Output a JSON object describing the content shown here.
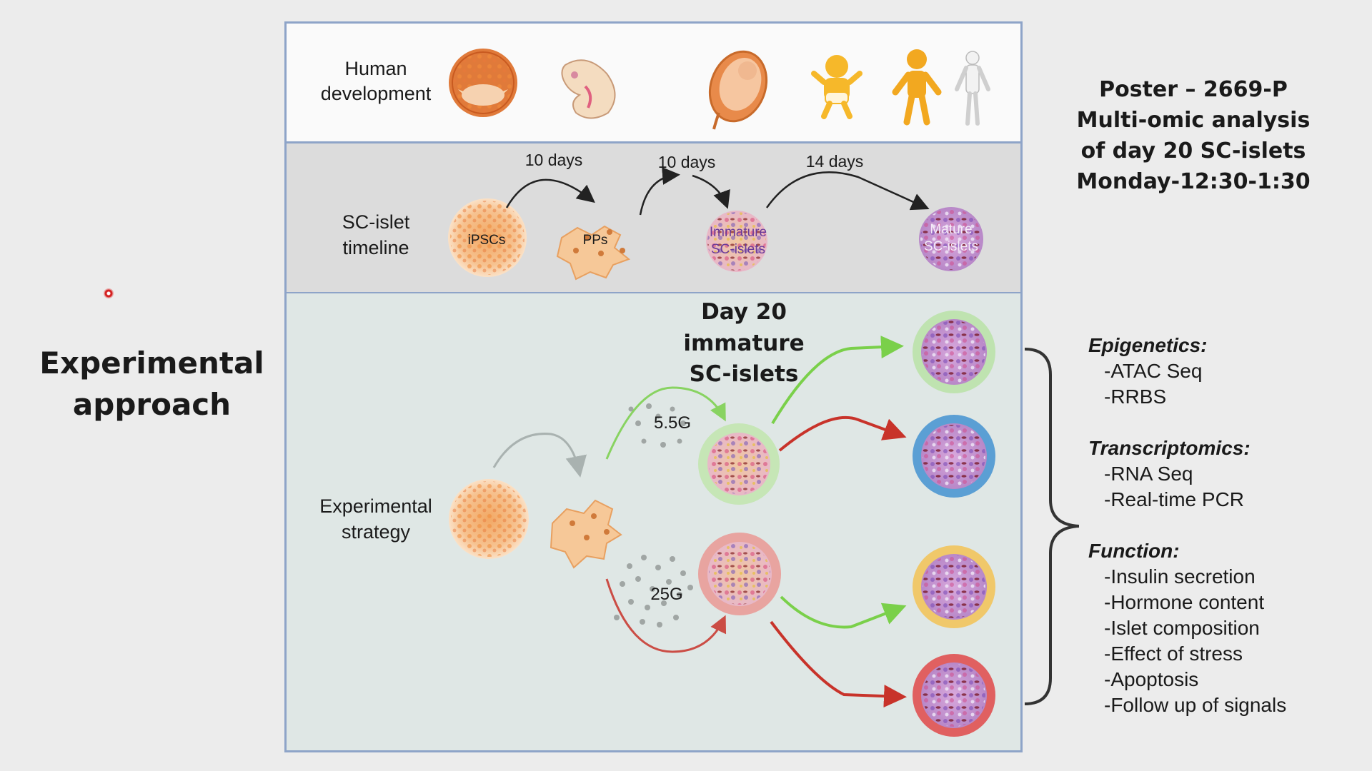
{
  "slide": {
    "title": "Experimental approach",
    "title_lines": [
      "Experimental",
      "approach"
    ]
  },
  "poster": {
    "lines": [
      "Poster – 2669-P",
      "Multi-omic analysis",
      "of day 20 SC-islets",
      "Monday-12:30-1:30"
    ]
  },
  "rows": {
    "human_development": [
      "Human",
      "development"
    ],
    "sc_islet_timeline": [
      "SC-islet",
      "timeline"
    ],
    "experimental_strategy": [
      "Experimental",
      "strategy"
    ]
  },
  "timeline": {
    "stages": [
      "iPSCs",
      "PPs",
      "Immature",
      "SC-islets",
      "Mature",
      "SC-islets"
    ],
    "durations": [
      "10 days",
      "10 days",
      "14 days"
    ]
  },
  "strategy": {
    "day_label": [
      "Day 20",
      "immature",
      "SC-islets"
    ],
    "low_glucose": "5.5G",
    "high_glucose": "25G"
  },
  "colors": {
    "frame_border": "#8ea4c8",
    "green_arrow": "#7ad04a",
    "red_arrow": "#c8332a",
    "outcome_green": "#bfe3b0",
    "outcome_blue": "#5b9fd4",
    "outcome_yellow": "#f0c86a",
    "outcome_red": "#e06060"
  },
  "icons": [
    "blastocyst-icon",
    "embryo-icon",
    "fetus-icon",
    "baby-icon",
    "child-icon",
    "adult-icon",
    "cell-cluster-icon",
    "islet-icon"
  ],
  "analyses": [
    {
      "title": "Epigenetics:",
      "items": [
        "-ATAC Seq",
        "-RRBS"
      ]
    },
    {
      "title": "Transcriptomics:",
      "items": [
        "-RNA Seq",
        "-Real-time PCR"
      ]
    },
    {
      "title": "Function:",
      "items": [
        "-Insulin secretion",
        "-Hormone content",
        "-Islet composition",
        "-Effect of stress",
        "-Apoptosis",
        "-Follow up of signals"
      ]
    }
  ]
}
